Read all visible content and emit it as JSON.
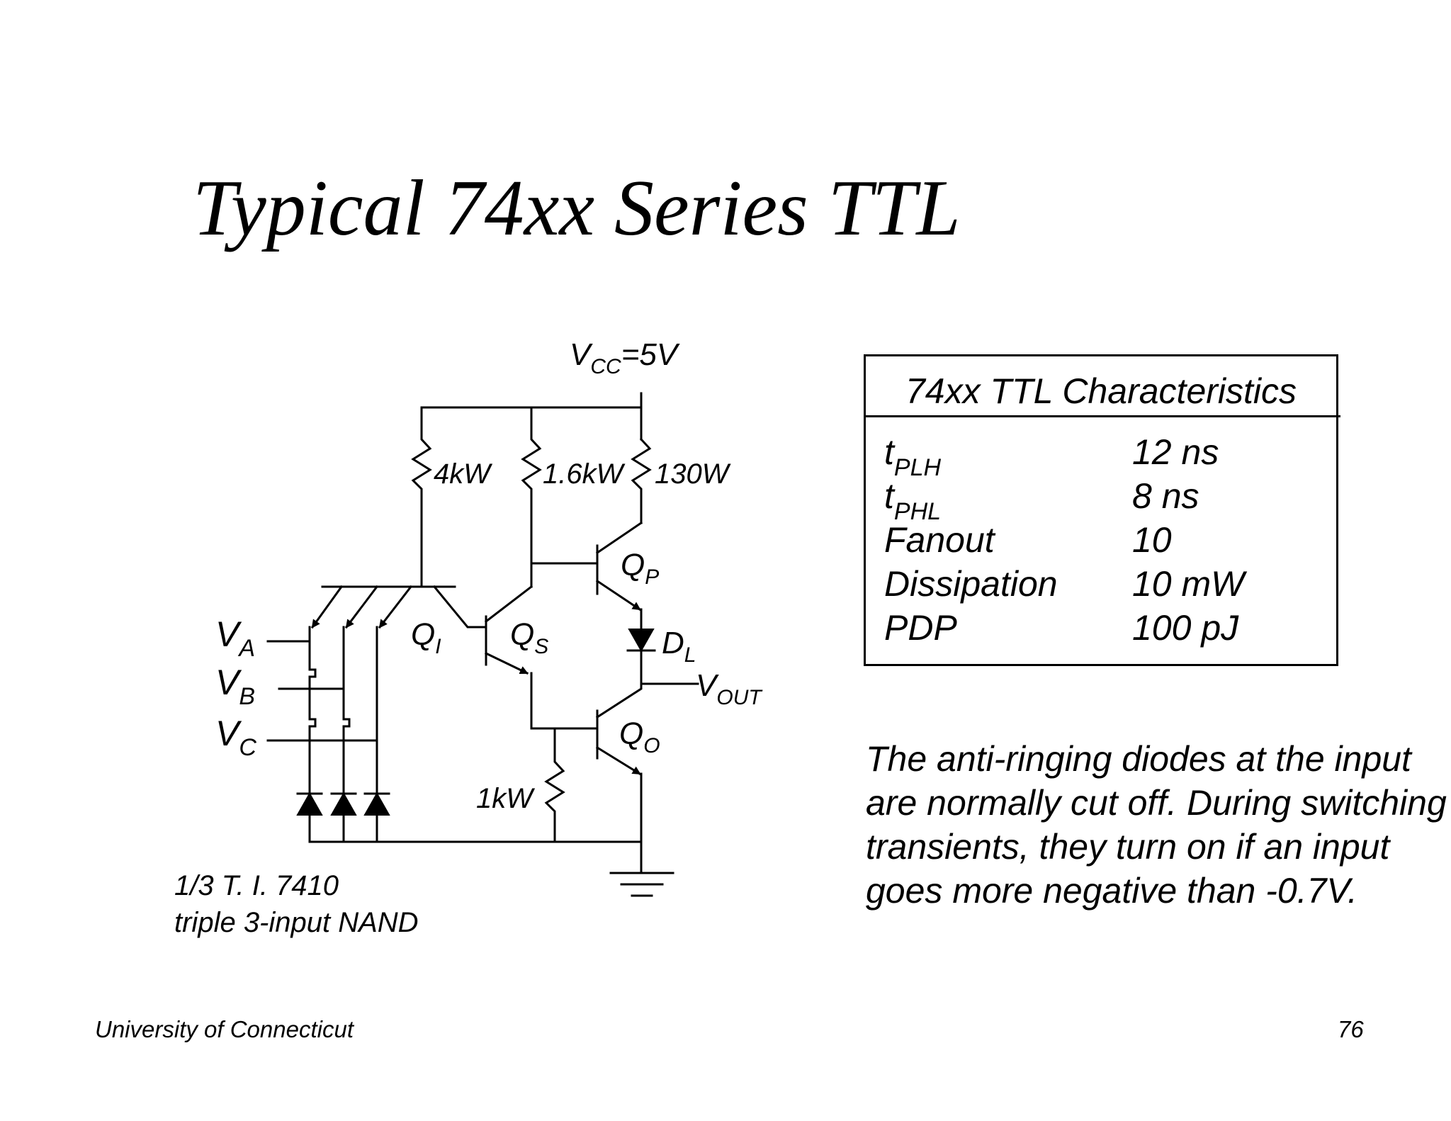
{
  "slide": {
    "title": "Typical 74xx Series TTL",
    "footer_left": "University of Connecticut",
    "page_number": "76"
  },
  "circuit": {
    "vcc": "=5V",
    "vcc_symbol": "V",
    "vcc_sub": "CC",
    "r1": "4kW",
    "r2": "1.6kW",
    "r3": "130W",
    "r4": "1kW",
    "q_input": "Q",
    "q_input_sub": "I",
    "q_split": "Q",
    "q_split_sub": "S",
    "q_pullup": "Q",
    "q_pullup_sub": "P",
    "q_output": "Q",
    "q_output_sub": "O",
    "diode": "D",
    "diode_sub": "L",
    "v_out": "V",
    "v_out_sub": "OUT",
    "inputs": [
      {
        "sym": "V",
        "sub": "A"
      },
      {
        "sym": "V",
        "sub": "B"
      },
      {
        "sym": "V",
        "sub": "C"
      }
    ],
    "caption_line1": "1/3 T. I. 7410",
    "caption_line2": "triple 3-input NAND"
  },
  "characteristics": {
    "title": "74xx TTL Characteristics",
    "rows": [
      {
        "name": "t",
        "sub": "PLH",
        "value": "12 ns"
      },
      {
        "name": "t",
        "sub": "PHL",
        "value": "8 ns"
      },
      {
        "name": "Fanout",
        "sub": "",
        "value": "10"
      },
      {
        "name": "Dissipation",
        "sub": "",
        "value": "10 mW"
      },
      {
        "name": "PDP",
        "sub": "",
        "value": "100 pJ"
      }
    ]
  },
  "note": "The anti-ringing diodes at the input are normally cut off. During switching transients, they turn on if an input goes more negative than -0.7V."
}
